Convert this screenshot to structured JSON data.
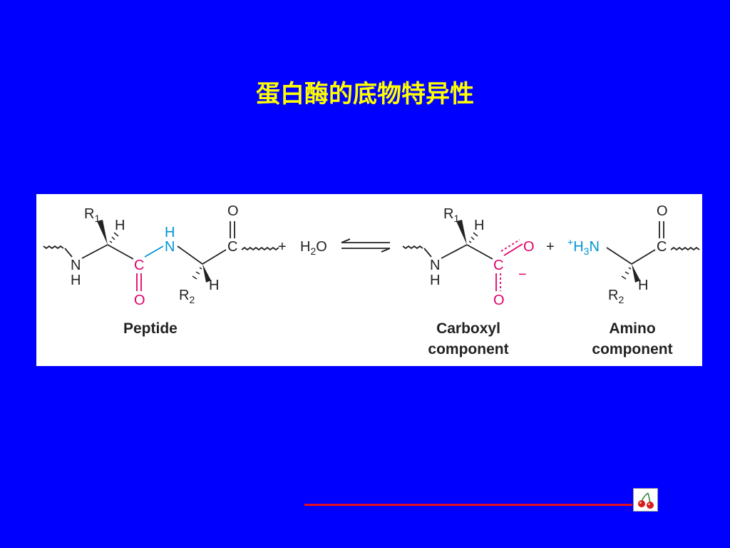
{
  "slide": {
    "title": "蛋白酶的底物特异性"
  },
  "figure": {
    "colors": {
      "bond": "#222222",
      "carbonyl": "#E0006B",
      "amide_nitrogen": "#0094D6",
      "background": "#FFFFFF"
    },
    "peptide": {
      "r1": "R",
      "r1_sub": "1",
      "h_alpha1": "H",
      "nh_n": "N",
      "nh_h": "H",
      "amide_h": "H",
      "amide_n": "N",
      "carbonyl_c": "C",
      "carbonyl_o": "O",
      "r2": "R",
      "r2_sub": "2",
      "h_alpha2": "H",
      "term_c": "C",
      "term_o": "O",
      "caption": "Peptide"
    },
    "reaction": {
      "plus1": "+",
      "water_h": "H",
      "water_sub": "2",
      "water_o": "O",
      "plus2": "+"
    },
    "carboxyl": {
      "r1": "R",
      "r1_sub": "1",
      "h_alpha": "H",
      "nh_n": "N",
      "nh_h": "H",
      "c": "C",
      "o_upper": "O",
      "o_lower": "O",
      "charge": "−",
      "caption_line1": "Carboxyl",
      "caption_line2": "component"
    },
    "amino": {
      "charge": "+",
      "h": "H",
      "h_sub": "3",
      "n": "N",
      "c": "C",
      "o": "O",
      "r2": "R",
      "r2_sub": "2",
      "h_alpha": "H",
      "caption_line1": "Amino",
      "caption_line2": "component"
    }
  },
  "footer": {
    "line_color": "#E8111B",
    "nav_icon": "cherries-icon"
  }
}
